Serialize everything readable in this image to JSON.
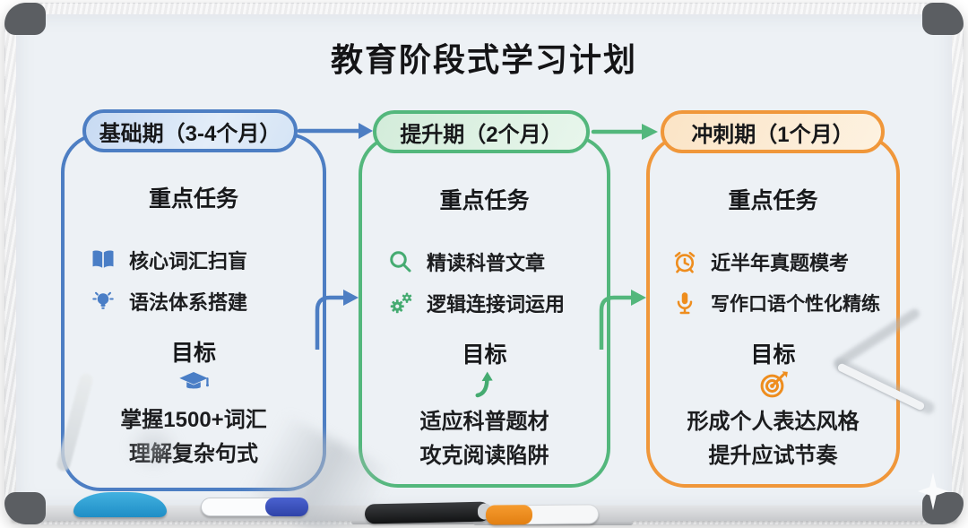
{
  "board": {
    "title": "教育阶段式学习计划",
    "colors": {
      "foundation_blue": "#4d7ec3",
      "improvement_green": "#53b77c",
      "sprint_orange": "#f0973a"
    }
  },
  "columns": [
    {
      "phase_label": "基础期（3-4个月）",
      "tasks_heading": "重点任务",
      "tasks": [
        {
          "icon": "open-book-icon",
          "label": "核心词汇扫盲"
        },
        {
          "icon": "lightbulb-icon",
          "label": "语法体系搭建"
        }
      ],
      "goal_heading": "目标",
      "goal_icon": "graduation-cap-icon",
      "goal_lines": [
        "掌握1500+词汇",
        "理解复杂句式"
      ]
    },
    {
      "phase_label": "提升期（2个月）",
      "tasks_heading": "重点任务",
      "tasks": [
        {
          "icon": "magnifier-icon",
          "label": "精读科普文章"
        },
        {
          "icon": "gears-icon",
          "label": "逻辑连接词运用"
        }
      ],
      "goal_heading": "目标",
      "goal_icon": "trend-up-arrow-icon",
      "goal_lines": [
        "适应科普题材",
        "攻克阅读陷阱"
      ]
    },
    {
      "phase_label": "冲刺期（1个月）",
      "tasks_heading": "重点任务",
      "tasks": [
        {
          "icon": "alarm-clock-icon",
          "label": "近半年真题模考"
        },
        {
          "icon": "microphone-icon",
          "label": "写作口语个性化精练"
        }
      ],
      "goal_heading": "目标",
      "goal_icon": "target-icon",
      "goal_lines": [
        "形成个人表达风格",
        "提升应试节奏"
      ]
    }
  ]
}
